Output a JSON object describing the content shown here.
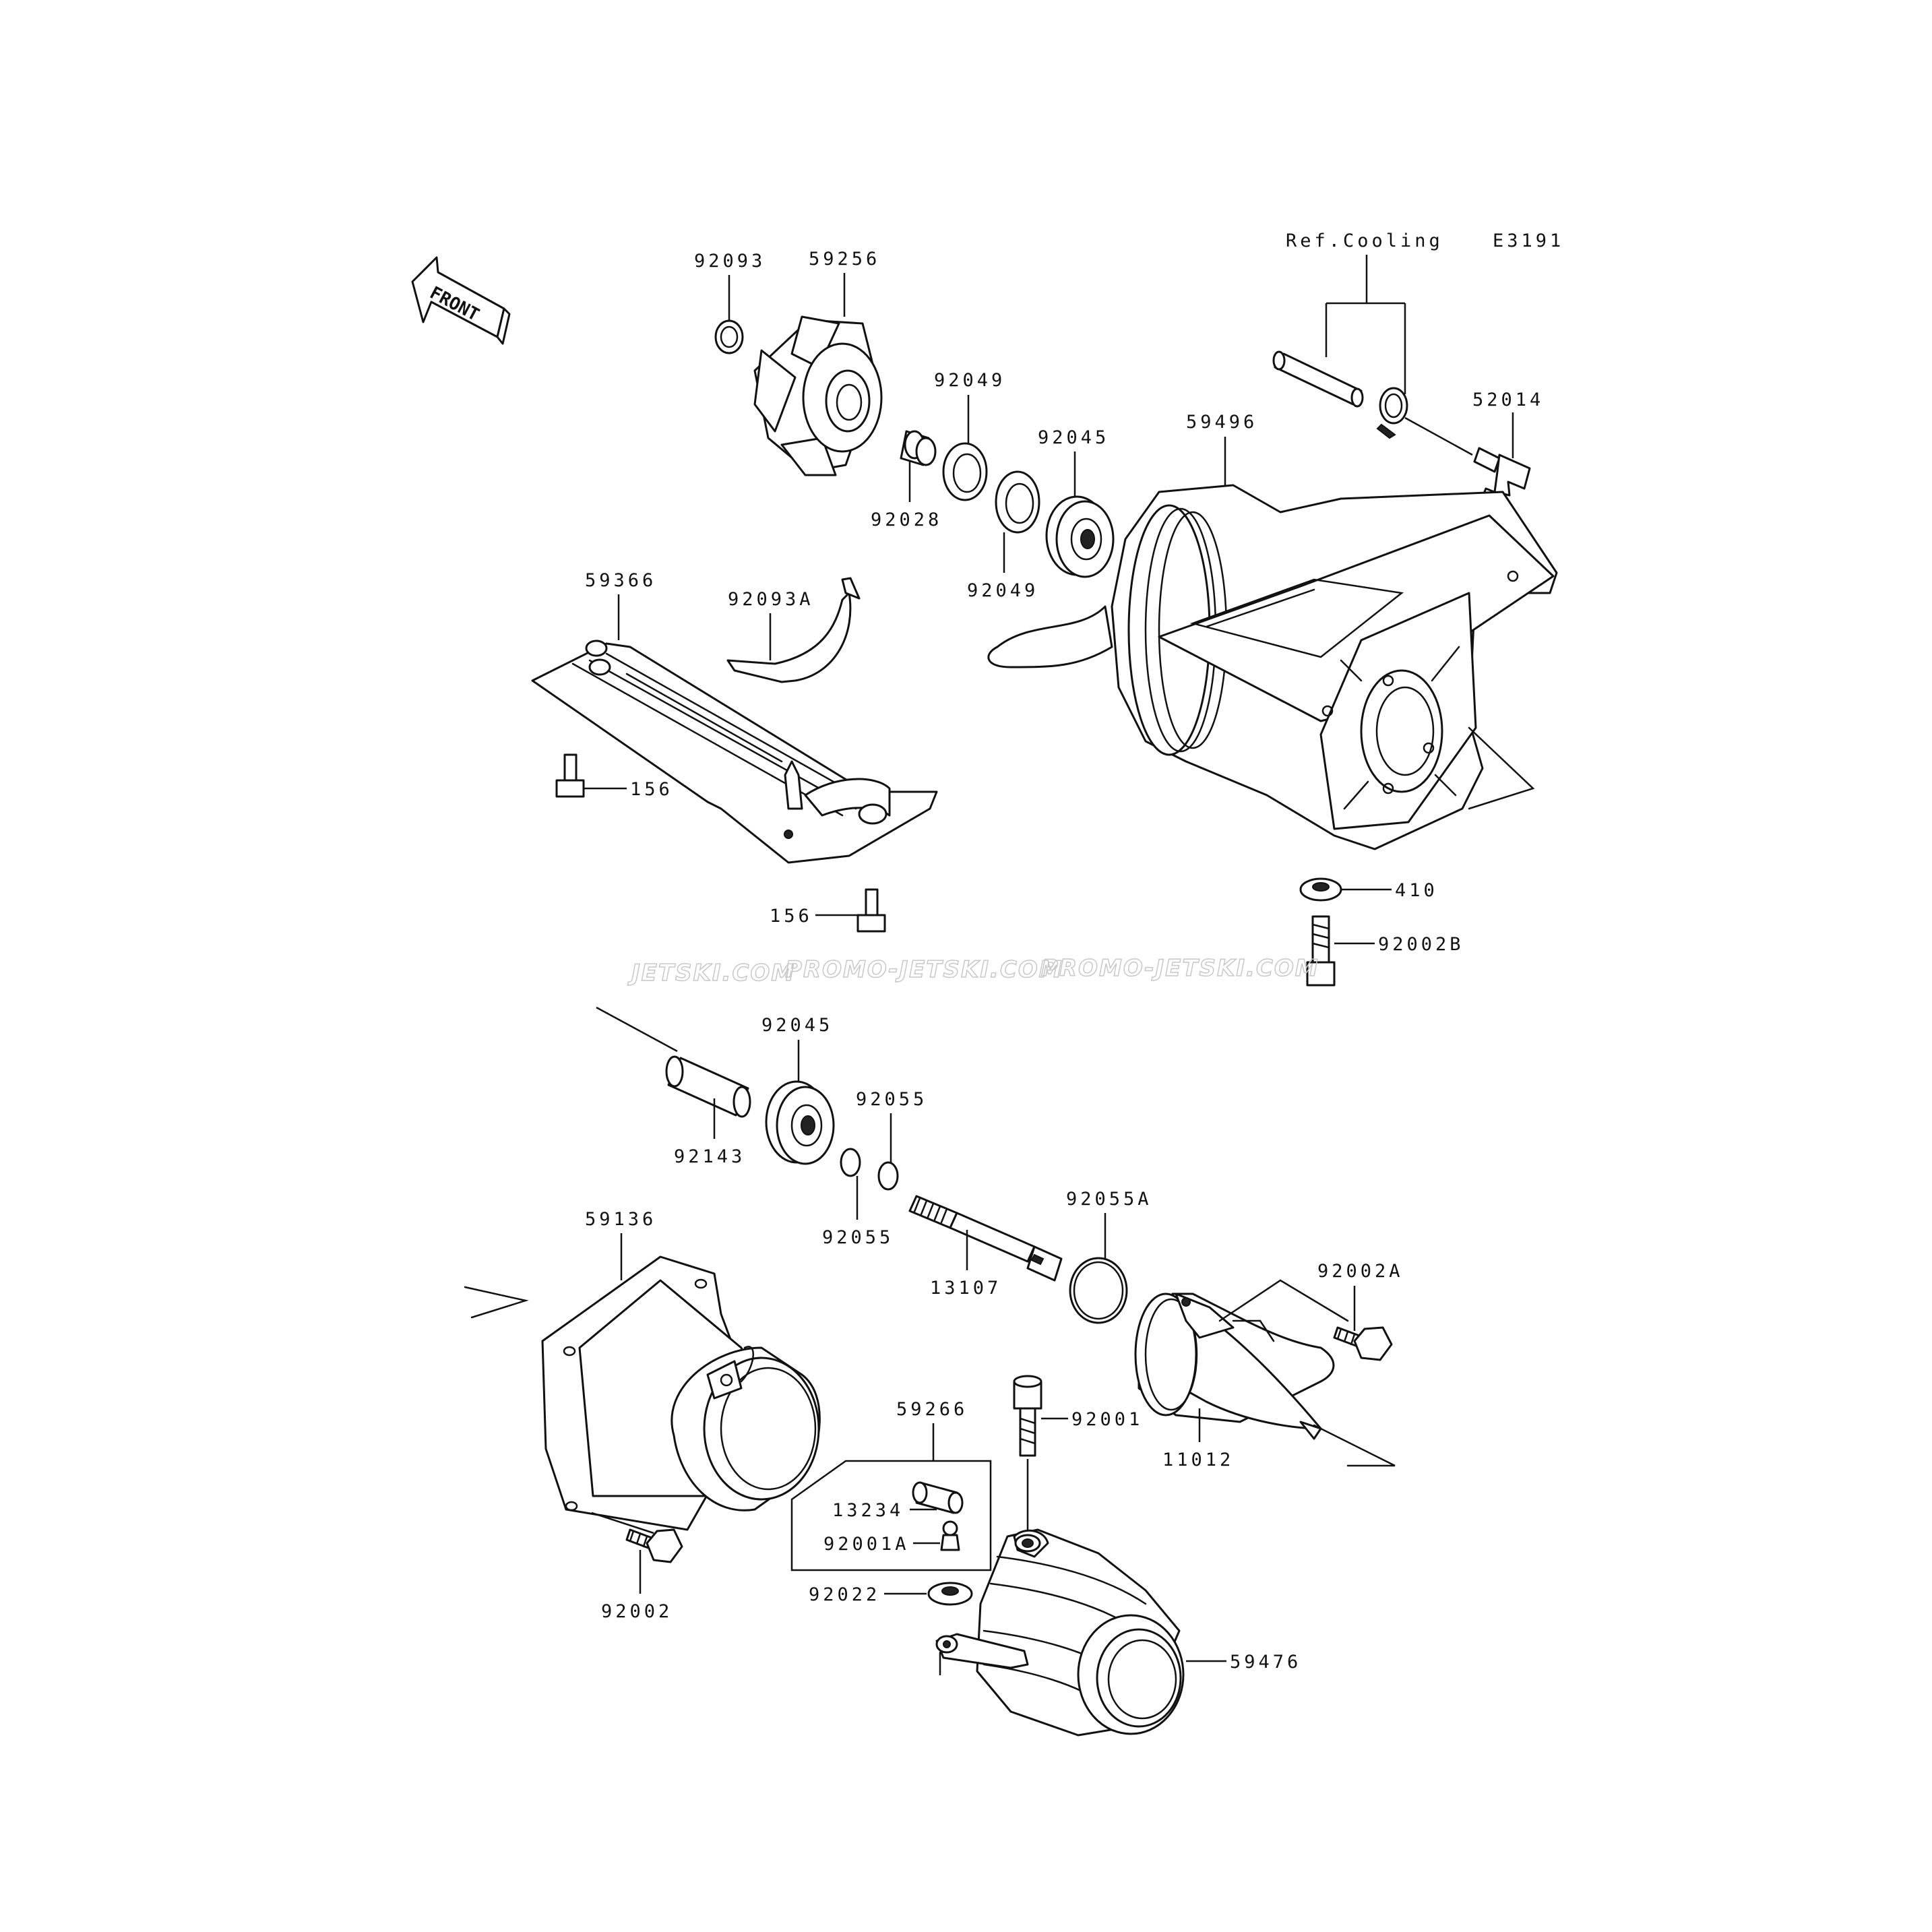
{
  "diagram": {
    "code": "E3191",
    "ref_note": "Ref.Cooling",
    "front_label": "FRONT",
    "watermarks": [
      "JETSKI.COM",
      "PROMO-JETSKI.COM",
      "PROMO-JETSKI.COM"
    ],
    "labels": {
      "p92093": "92093",
      "p59256": "59256",
      "p92049a": "92049",
      "p92045a": "92045",
      "p92028": "92028",
      "p92049b": "92049",
      "p59496": "59496",
      "p52014": "52014",
      "p59366": "59366",
      "p92093A": "92093A",
      "p156a": "156",
      "p156b": "156",
      "p410": "410",
      "p92002B": "92002B",
      "p92045b": "92045",
      "p92055a": "92055",
      "p92143": "92143",
      "p92055b": "92055",
      "p92055A": "92055A",
      "p59136": "59136",
      "p13107": "13107",
      "p92002A": "92002A",
      "p59266": "59266",
      "p92001": "92001",
      "p11012": "11012",
      "p13234": "13234",
      "p92001A": "92001A",
      "p92022": "92022",
      "p92002": "92002",
      "p59476": "59476"
    }
  }
}
